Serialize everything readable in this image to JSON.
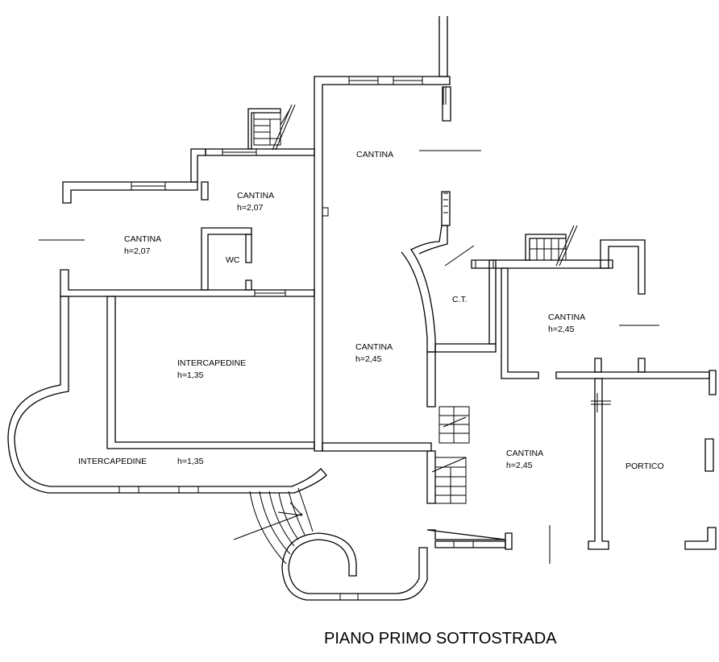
{
  "drawing": {
    "title": "PIANO PRIMO SOTTOSTRADA",
    "rooms": [
      {
        "id": "cantina-top",
        "name": "CANTINA",
        "height": ""
      },
      {
        "id": "cantina-upper-mid",
        "name": "CANTINA",
        "height": "h=2,07"
      },
      {
        "id": "cantina-left",
        "name": "CANTINA",
        "height": "h=2,07"
      },
      {
        "id": "wc",
        "name": "WC",
        "height": ""
      },
      {
        "id": "ct",
        "name": "C.T.",
        "height": ""
      },
      {
        "id": "cantina-right",
        "name": "CANTINA",
        "height": "h=2,45"
      },
      {
        "id": "cantina-center",
        "name": "CANTINA",
        "height": "h=2,45"
      },
      {
        "id": "intercapedine-inner",
        "name": "INTERCAPEDINE",
        "height": "h=1,35"
      },
      {
        "id": "intercapedine-outer",
        "name": "INTERCAPEDINE",
        "height": "h=1,35"
      },
      {
        "id": "cantina-lower",
        "name": "CANTINA",
        "height": "h=2,45"
      },
      {
        "id": "portico",
        "name": "PORTICO",
        "height": ""
      }
    ]
  }
}
